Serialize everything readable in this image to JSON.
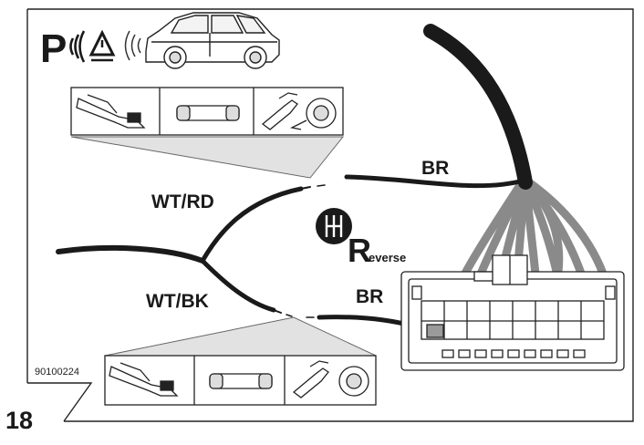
{
  "step_number": "18",
  "reference_code": "90100224",
  "park_assist": {
    "symbol_letter": "P"
  },
  "wire_labels": {
    "top_right": "BR",
    "upper_left": "WT/RD",
    "lower_left": "WT/BK",
    "bottom_right": "BR"
  },
  "reverse_badge": {
    "big_letter": "R",
    "word": "everse"
  },
  "tool_panels": {
    "top": [
      "wire-stripper-icon",
      "fuse-icon",
      "crimp-tape-icon"
    ],
    "bottom": [
      "wire-stripper-icon",
      "fuse-icon",
      "crimp-tape-icon"
    ]
  },
  "colors": {
    "ink": "#1a1a1a",
    "wire_gray": "#8a8a8a",
    "callout_gray": "#e2e2e2"
  }
}
